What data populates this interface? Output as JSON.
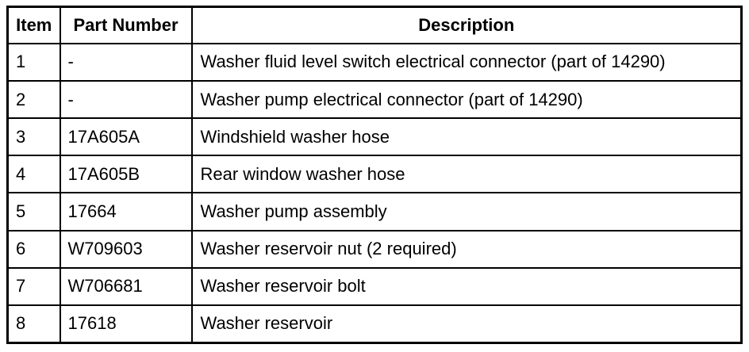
{
  "table": {
    "columns": [
      {
        "key": "item",
        "label": "Item",
        "align": "center"
      },
      {
        "key": "part_number",
        "label": "Part Number",
        "align": "center"
      },
      {
        "key": "description",
        "label": "Description",
        "align": "center"
      }
    ],
    "rows": [
      {
        "item": "1",
        "part_number": "-",
        "description": "Washer fluid level switch electrical connector (part of 14290)"
      },
      {
        "item": "2",
        "part_number": "-",
        "description": "Washer pump electrical connector (part of 14290)"
      },
      {
        "item": "3",
        "part_number": "17A605A",
        "description": "Windshield washer hose"
      },
      {
        "item": "4",
        "part_number": "17A605B",
        "description": "Rear window washer hose"
      },
      {
        "item": "5",
        "part_number": "17664",
        "description": "Washer pump assembly"
      },
      {
        "item": "6",
        "part_number": "W709603",
        "description": "Washer reservoir nut (2 required)"
      },
      {
        "item": "7",
        "part_number": "W706681",
        "description": "Washer reservoir bolt"
      },
      {
        "item": "8",
        "part_number": "17618",
        "description": "Washer reservoir"
      }
    ]
  },
  "colors": {
    "border": "#000000",
    "text": "#000000",
    "background": "#ffffff"
  }
}
